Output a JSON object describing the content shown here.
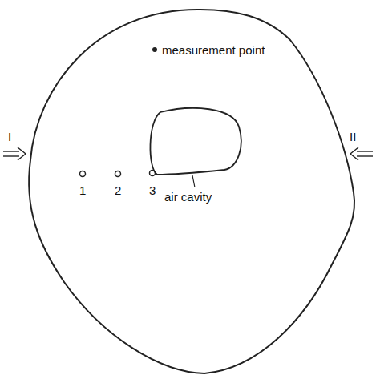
{
  "diagram": {
    "labels": [
      "measurement point",
      "I",
      "II",
      "1",
      "2",
      "3",
      "air cavity"
    ]
  }
}
